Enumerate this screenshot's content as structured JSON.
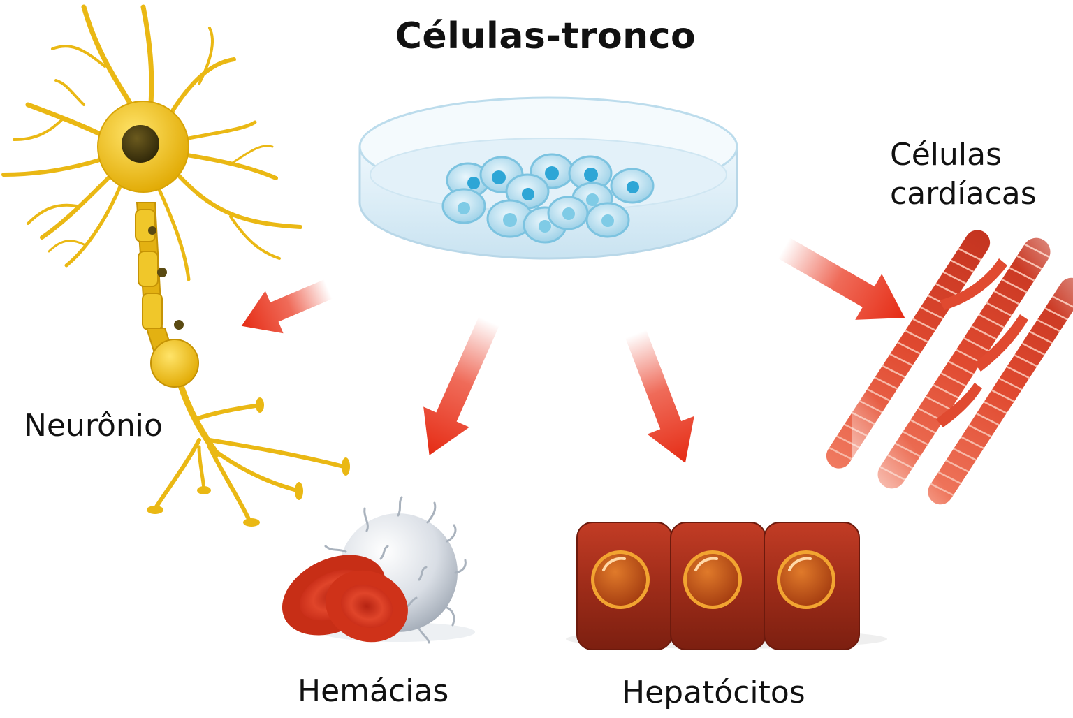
{
  "title": "Células-tronco",
  "labels": {
    "neuron": "Neurônio",
    "cardiac_line1": "Células",
    "cardiac_line2": "cardíacas",
    "blood": "Hemácias",
    "liver": "Hepatócitos"
  },
  "colors": {
    "arrow": "#e8321c",
    "neuron": "#f2c418",
    "dish": "#dbeef8",
    "stem_cell": "#4fb6dd",
    "red_cell": "#d2341c",
    "white_cell": "#d7dde4",
    "hepatocyte": "#9b2a1a",
    "hepatocyte_nucleus": "#c9561a",
    "cardiac": "#e04a30"
  }
}
